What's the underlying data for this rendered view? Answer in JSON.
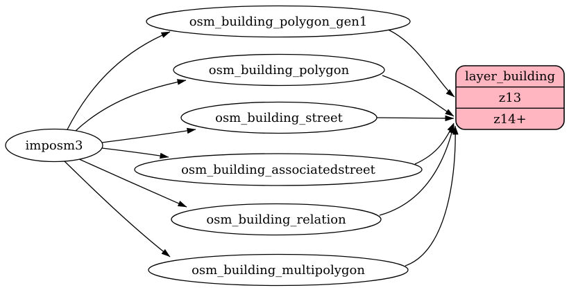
{
  "diagram": {
    "type": "dependency-graph",
    "direction": "left-to-right",
    "source": {
      "label": "imposm3"
    },
    "tables": [
      {
        "label": "osm_building_polygon_gen1"
      },
      {
        "label": "osm_building_polygon"
      },
      {
        "label": "osm_building_street"
      },
      {
        "label": "osm_building_associatedstreet"
      },
      {
        "label": "osm_building_relation"
      },
      {
        "label": "osm_building_multipolygon"
      }
    ],
    "layer": {
      "title": "layer_building",
      "rows": [
        {
          "label": "z13"
        },
        {
          "label": "z14+"
        }
      ],
      "fill": "#ffb6c1",
      "border": "#000000"
    },
    "edges": [
      {
        "from": "imposm3",
        "to": "osm_building_polygon_gen1"
      },
      {
        "from": "imposm3",
        "to": "osm_building_polygon"
      },
      {
        "from": "imposm3",
        "to": "osm_building_street"
      },
      {
        "from": "imposm3",
        "to": "osm_building_associatedstreet"
      },
      {
        "from": "imposm3",
        "to": "osm_building_relation"
      },
      {
        "from": "imposm3",
        "to": "osm_building_multipolygon"
      },
      {
        "from": "osm_building_polygon_gen1",
        "to": "layer_building",
        "port": "z13"
      },
      {
        "from": "osm_building_polygon",
        "to": "layer_building",
        "port": "z14+"
      },
      {
        "from": "osm_building_street",
        "to": "layer_building",
        "port": "z14+"
      },
      {
        "from": "osm_building_associatedstreet",
        "to": "layer_building",
        "port": "z14+"
      },
      {
        "from": "osm_building_relation",
        "to": "layer_building",
        "port": "z14+"
      },
      {
        "from": "osm_building_multipolygon",
        "to": "layer_building",
        "port": "z14+"
      }
    ],
    "edge_color": "#000000",
    "background": "#ffffff"
  }
}
